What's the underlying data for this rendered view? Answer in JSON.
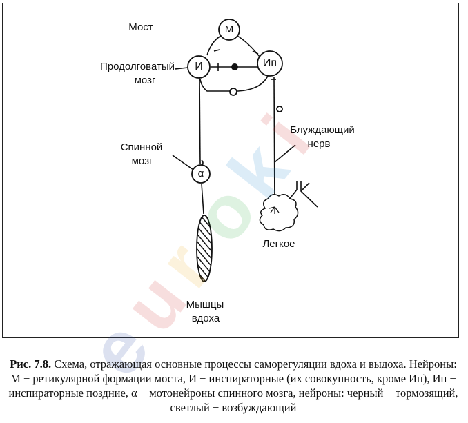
{
  "labels": {
    "pons": "Мост",
    "medulla_line1": "Продолговатый",
    "medulla_line2": "мозг",
    "spinal_line1": "Спинной",
    "spinal_line2": "мозг",
    "vagus_line1": "Блуждающий",
    "vagus_line2": "нерв",
    "lung": "Легкое",
    "muscles_line1": "Мышцы",
    "muscles_line2": "вдоха"
  },
  "neurons": {
    "m": "М",
    "i": "И",
    "ip": "Ип",
    "alpha": "α"
  },
  "caption": {
    "number": "Рис. 7.8.",
    "text": " Схема, отражающая основные процессы саморегуляции вдоха и выдоха. Нейроны: М − ретикулярной формации моста, И − инспираторные (их совокупность, кроме Ип), Ип − инспираторные поздние, α − мотонейроны спинного мозга, нейроны: черный − тормозящий, светлый − возбуждающий"
  },
  "watermark": {
    "text": "euroki",
    "colors": [
      "#2c4da8",
      "#d43a3a",
      "#f2b32a",
      "#3bb24a",
      "#2e8fd4",
      "#d43a3a"
    ]
  }
}
